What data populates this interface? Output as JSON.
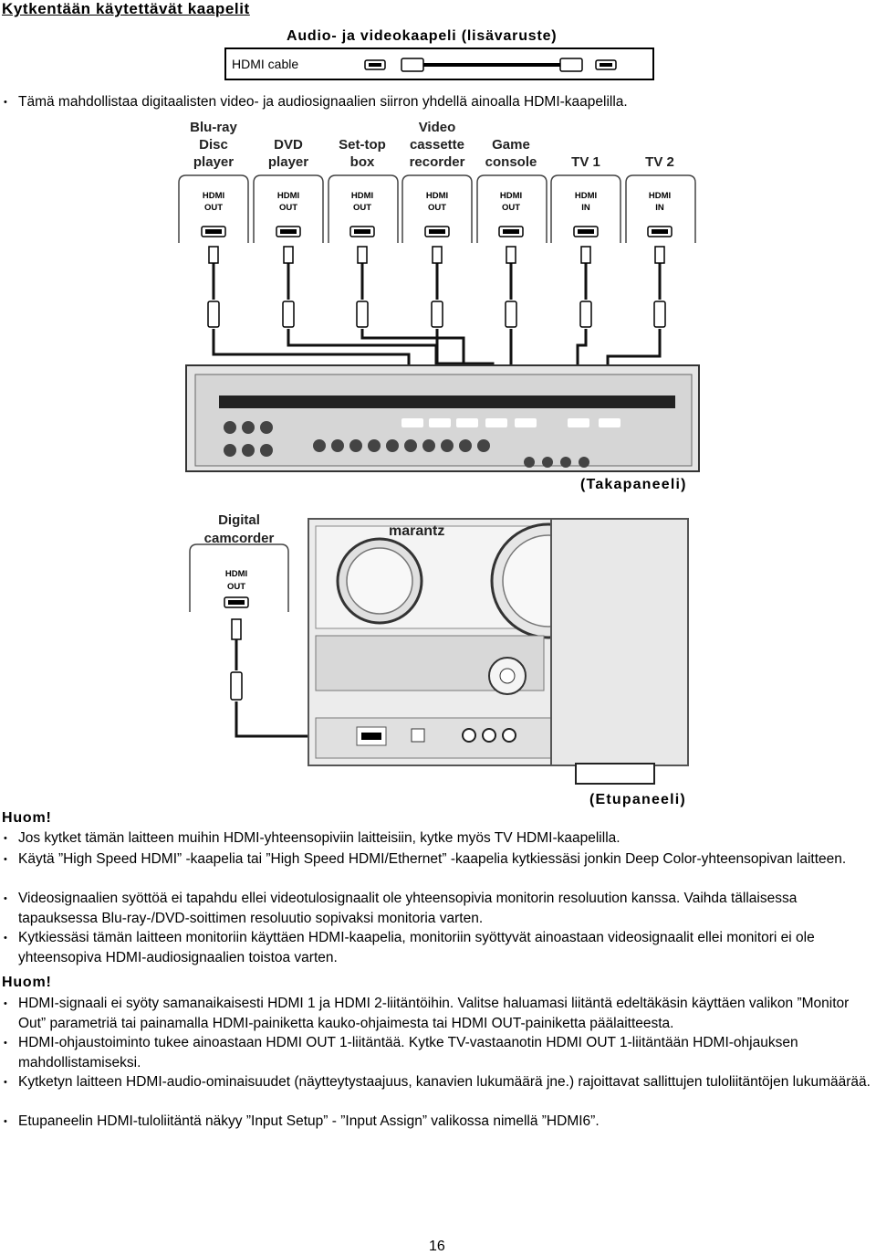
{
  "title": "Kytkentään käytettävät kaapelit",
  "cable": {
    "heading": "Audio- ja videokaapeli (lisävaruste)",
    "label": "HDMI cable"
  },
  "intro_bullet": "Tämä mahdollistaa digitaalisten video- ja audiosignaalien siirron yhdellä ainoalla HDMI-kaapelilla.",
  "rear_diagram": {
    "devices": [
      {
        "name": [
          "Blu-ray",
          "Disc",
          "player"
        ],
        "port": [
          "HDMI",
          "OUT"
        ]
      },
      {
        "name": [
          "DVD",
          "player"
        ],
        "port": [
          "HDMI",
          "OUT"
        ]
      },
      {
        "name": [
          "Set-top",
          "box"
        ],
        "port": [
          "HDMI",
          "OUT"
        ]
      },
      {
        "name": [
          "Video",
          "cassette",
          "recorder"
        ],
        "port": [
          "HDMI",
          "OUT"
        ]
      },
      {
        "name": [
          "Game",
          "console"
        ],
        "port": [
          "HDMI",
          "OUT"
        ]
      },
      {
        "name": [
          "TV 1"
        ],
        "port": [
          "HDMI",
          "IN"
        ]
      },
      {
        "name": [
          "TV 2"
        ],
        "port": [
          "HDMI",
          "IN"
        ]
      }
    ],
    "caption": "(Takapaneeli)"
  },
  "front_diagram": {
    "device": {
      "name": [
        "Digital",
        "camcorder"
      ],
      "port": [
        "HDMI",
        "OUT"
      ]
    },
    "brand": "marantz",
    "caption": "(Etupaneeli)"
  },
  "notes1": {
    "heading": "Huom!",
    "items": [
      "Jos kytket tämän laitteen muihin HDMI-yhteensopiviin laitteisiin, kytke myös TV HDMI-kaapelilla.",
      "Käytä ”High Speed HDMI” -kaapelia tai ”High Speed HDMI/Ethernet” -kaapelia kytkiessäsi jonkin Deep Color-yhteensopivan laitteen.",
      "Videosignaalien syöttöä ei tapahdu ellei videotulosignaalit ole yhteensopivia monitorin resoluution kanssa. Vaihda tällaisessa tapauksessa Blu-ray-/DVD-soittimen resoluutio sopivaksi monitoria varten.",
      "Kytkiessäsi tämän laitteen monitoriin käyttäen HDMI-kaapelia, monitoriin syöttyvät ainoastaan videosignaalit ellei monitori ei ole yhteensopiva HDMI-audiosignaalien toistoa varten."
    ]
  },
  "notes2": {
    "heading": "Huom!",
    "items": [
      "HDMI-signaali ei syöty samanaikaisesti HDMI 1 ja HDMI 2-liitäntöihin. Valitse haluamasi liitäntä edeltäkäsin käyttäen valikon ”Monitor Out” parametriä tai painamalla HDMI-painiketta kauko-ohjaimesta tai HDMI OUT-painiketta päälaitteesta.",
      "HDMI-ohjaustoiminto tukee ainoastaan HDMI OUT 1-liitäntää. Kytke TV-vastaanotin HDMI OUT 1-liitäntään HDMI-ohjauksen mahdollistamiseksi.",
      "Kytketyn laitteen HDMI-audio-ominaisuudet (näytteytystaajuus, kanavien lukumäärä jne.) rajoittavat sallittujen tuloliitäntöjen lukumäärää.",
      "Etupaneelin HDMI-tuloliitäntä näkyy ”Input Setup” - ”Input Assign” valikossa nimellä ”HDMI6”."
    ]
  },
  "page_number": "16"
}
